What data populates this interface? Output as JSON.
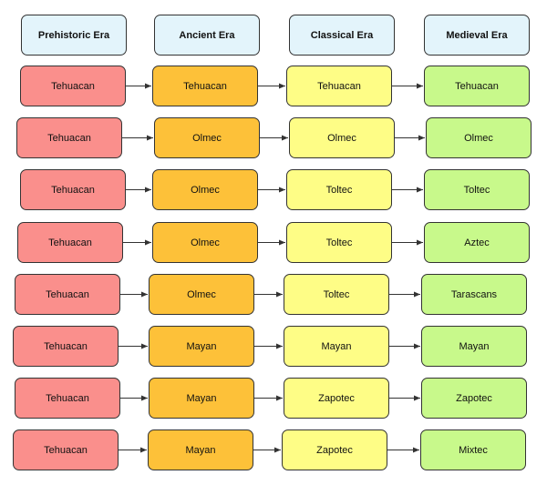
{
  "colors": {
    "header": "#e3f4fb",
    "prehistoric": "#fa8f8c",
    "ancient": "#fdc139",
    "classical": "#fefd86",
    "medieval": "#c8f98b",
    "border": "#333333",
    "arrow": "#333333"
  },
  "headers": [
    "Prehistoric Era",
    "Ancient Era",
    "Classical Era",
    "Medieval Era"
  ],
  "rows": [
    [
      "Tehuacan",
      "Tehuacan",
      "Tehuacan",
      "Tehuacan"
    ],
    [
      "Tehuacan",
      "Olmec",
      "Olmec",
      "Olmec"
    ],
    [
      "Tehuacan",
      "Olmec",
      "Toltec",
      "Toltec"
    ],
    [
      "Tehuacan",
      "Olmec",
      "Toltec",
      "Aztec"
    ],
    [
      "Tehuacan",
      "Olmec",
      "Toltec",
      "Tarascans"
    ],
    [
      "Tehuacan",
      "Mayan",
      "Mayan",
      "Mayan"
    ],
    [
      "Tehuacan",
      "Mayan",
      "Zapotec",
      "Zapotec"
    ],
    [
      "Tehuacan",
      "Mayan",
      "Zapotec",
      "Mixtec"
    ]
  ]
}
